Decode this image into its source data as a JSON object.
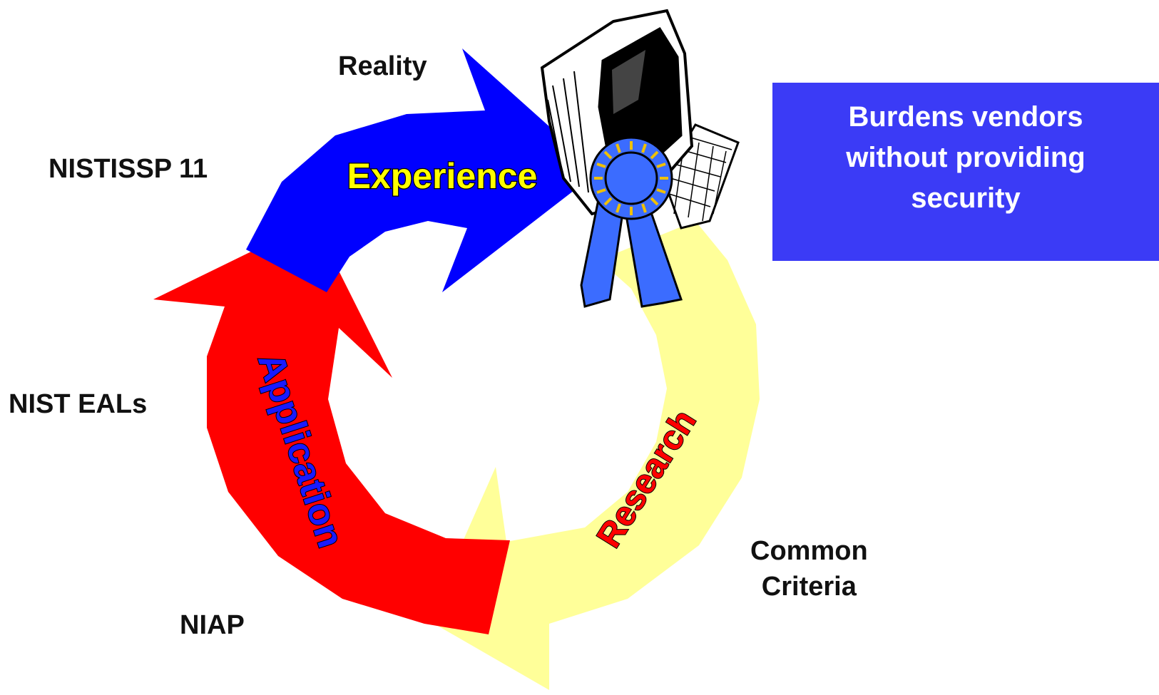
{
  "cycle": {
    "experience_label": "Experience",
    "application_label": "Application",
    "research_label": "Research"
  },
  "labels": {
    "reality": "Reality",
    "nistissp": "NISTISSP 11",
    "nist_eals": "NIST EALs",
    "niap": "NIAP",
    "common_criteria_line1": "Common",
    "common_criteria_line2": "Criteria"
  },
  "callout": {
    "line1": "Burdens vendors",
    "line2": "without providing",
    "line3": "security"
  },
  "colors": {
    "experience_arrow": "#0000ff",
    "application_arrow": "#ff0000",
    "research_arrow": "#ffff99",
    "experience_text": "#ffff00",
    "application_text": "#1a1aff",
    "research_text": "#ff0000",
    "callout_background": "#3b3bf6",
    "callout_text": "#ffffff",
    "ribbon": "#3b6cff"
  },
  "icons": [
    "computer-icon",
    "award-ribbon-icon"
  ]
}
